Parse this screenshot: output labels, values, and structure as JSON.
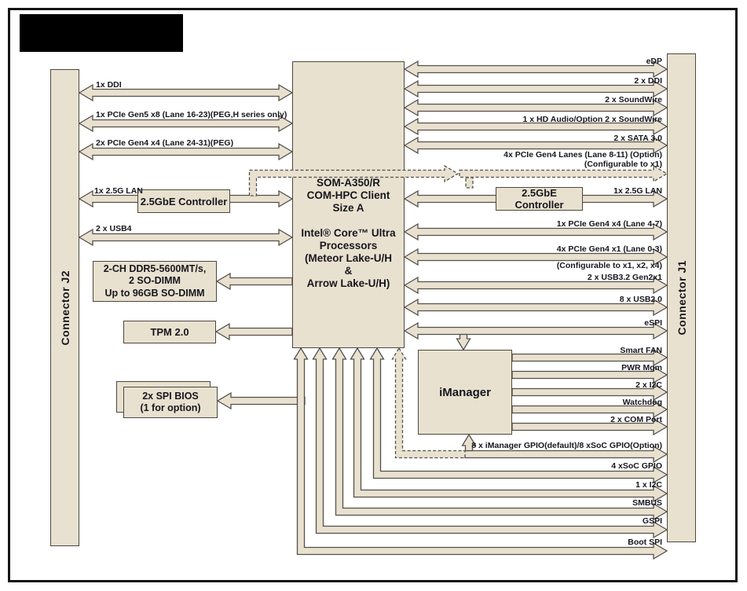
{
  "colors": {
    "fill": "#e9e1cf",
    "stroke": "#55504a",
    "text": "#16161e",
    "frame": "#141414"
  },
  "connectors": {
    "j2": "Connector J2",
    "j1": "Connector J1"
  },
  "cpu_block": {
    "text": "SOM-A350/R\nCOM-HPC Client\nSize A\n\nIntel® Core™ Ultra\nProcessors\n(Meteor Lake-U/H\n&\nArrow Lake-U/H)"
  },
  "blocks": {
    "gbe_left": "2.5GbE Controller",
    "gbe_right": "2.5GbE Controller",
    "ddr": "2-CH DDR5-5600MT/s,\n2 SO-DIMM\nUp to 96GB SO-DIMM",
    "tpm": "TPM 2.0",
    "spi_bios": "2x SPI BIOS\n(1 for option)",
    "imanager": "iManager"
  },
  "left_labels": [
    "1x DDI",
    "1x PCIe Gen5 x8 (Lane 16-23)(PEG,H series only)",
    "2x PCIe Gen4 x4 (Lane 24-31)(PEG)",
    "1x 2.5G LAN",
    "2 x USB4"
  ],
  "right_labels": [
    "eDP",
    "2 x DDI",
    "2 x SoundWire",
    "1 x HD Audio/Option 2 x SoundWire",
    "2 x SATA 3.0",
    "4x PCIe Gen4 Lanes (Lane 8-11) (Option)\n(Configurable to x1)",
    "1x 2.5G LAN",
    "1x PCIe Gen4 x4 (Lane 4-7)",
    "4x PCIe Gen4 x1 (Lane 0-3)",
    "(Configurable to x1, x2, x4)",
    "2 x USB3.2 Gen2x1",
    "8 x USB2.0",
    "eSPI"
  ],
  "imanager_labels": [
    "Smart FAN",
    "PWR Mgm",
    "2 x I2C",
    "Watchdog",
    "2 x COM Port"
  ],
  "bottom_labels": [
    "8 x iManager GPIO(default)/8 xSoC GPIO(Option)",
    "4 xSoC GPIO",
    "1 x I2C",
    "SMBUS",
    "GSPI",
    "Boot SPI"
  ]
}
